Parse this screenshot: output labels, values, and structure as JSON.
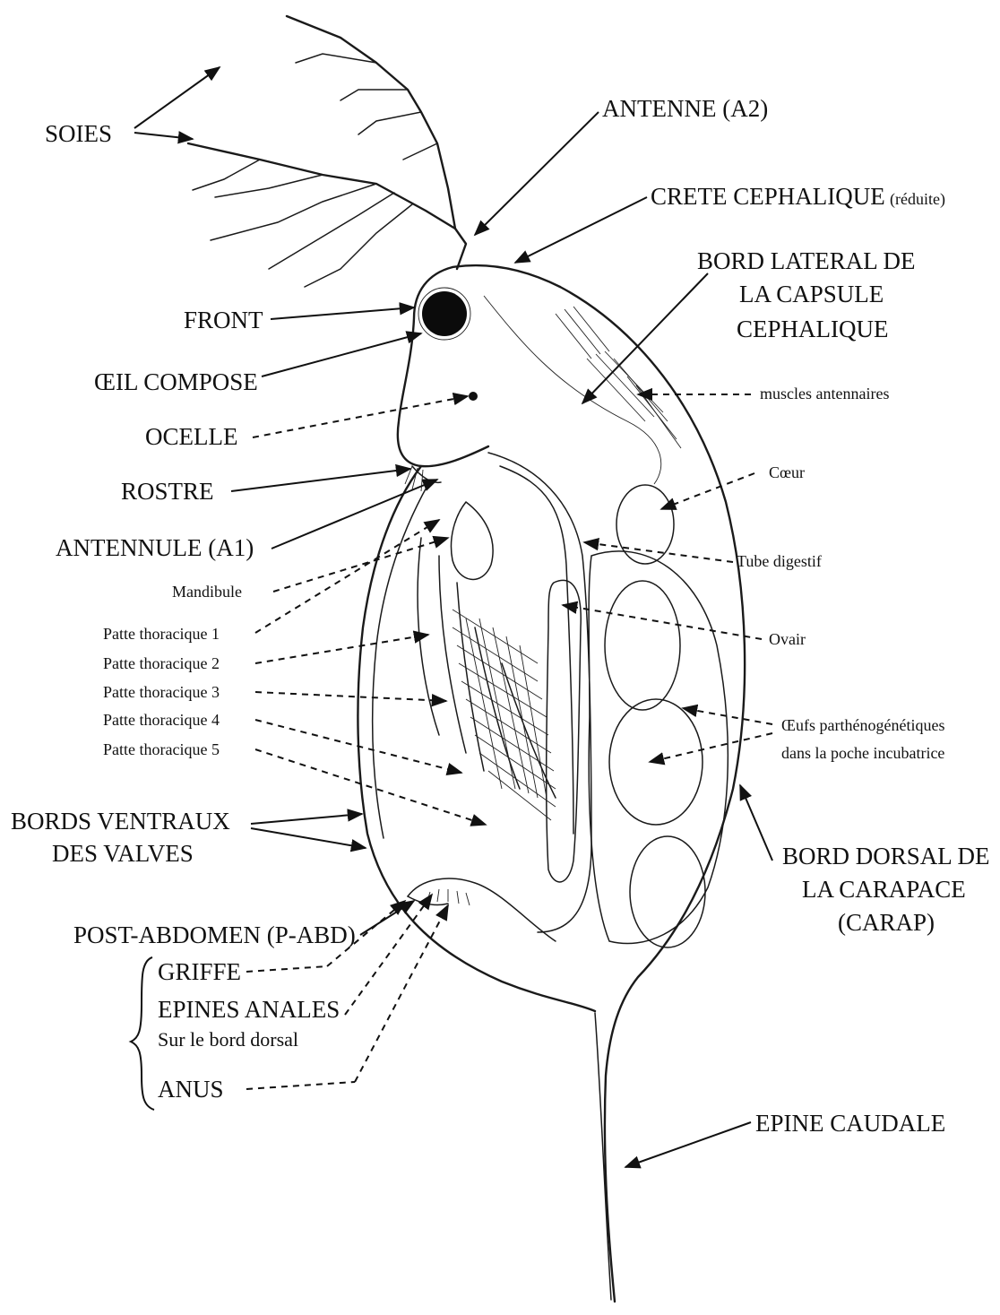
{
  "labels": {
    "soies": "SOIES",
    "antenne_a2": "ANTENNE (A2)",
    "crete_cephalique": "CRETE CEPHALIQUE",
    "crete_cephalique_note": "(réduite)",
    "bord_lateral_1": "BORD LATERAL DE",
    "bord_lateral_2": "LA CAPSULE",
    "bord_lateral_3": "CEPHALIQUE",
    "front": "FRONT",
    "oeil_compose": "ŒIL COMPOSE",
    "ocelle": "OCELLE",
    "muscles_antennaires": "muscles antennaires",
    "rostre": "ROSTRE",
    "coeur": "Cœur",
    "antennule_a1": "ANTENNULE (A1)",
    "tube_digestif": "Tube digestif",
    "mandibule": "Mandibule",
    "patte_1": "Patte thoracique 1",
    "patte_2": "Patte thoracique 2",
    "patte_3": "Patte thoracique 3",
    "patte_4": "Patte thoracique 4",
    "patte_5": "Patte thoracique 5",
    "ovair": "Ovair",
    "oeufs_1": "Œufs parthénogénétiques",
    "oeufs_2": "dans la poche incubatrice",
    "bords_ventraux_1": "BORDS VENTRAUX",
    "bords_ventraux_2": "DES VALVES",
    "bord_dorsal_1": "BORD DORSAL DE",
    "bord_dorsal_2": "LA CARAPACE",
    "bord_dorsal_3": "(CARAP)",
    "post_abdomen": "POST-ABDOMEN (P-ABD)",
    "griffe": "GRIFFE",
    "epines_anales": "EPINES ANALES",
    "sur_bord_dorsal": "Sur le bord dorsal",
    "anus": "ANUS",
    "epine_caudale": "EPINE CAUDALE"
  }
}
